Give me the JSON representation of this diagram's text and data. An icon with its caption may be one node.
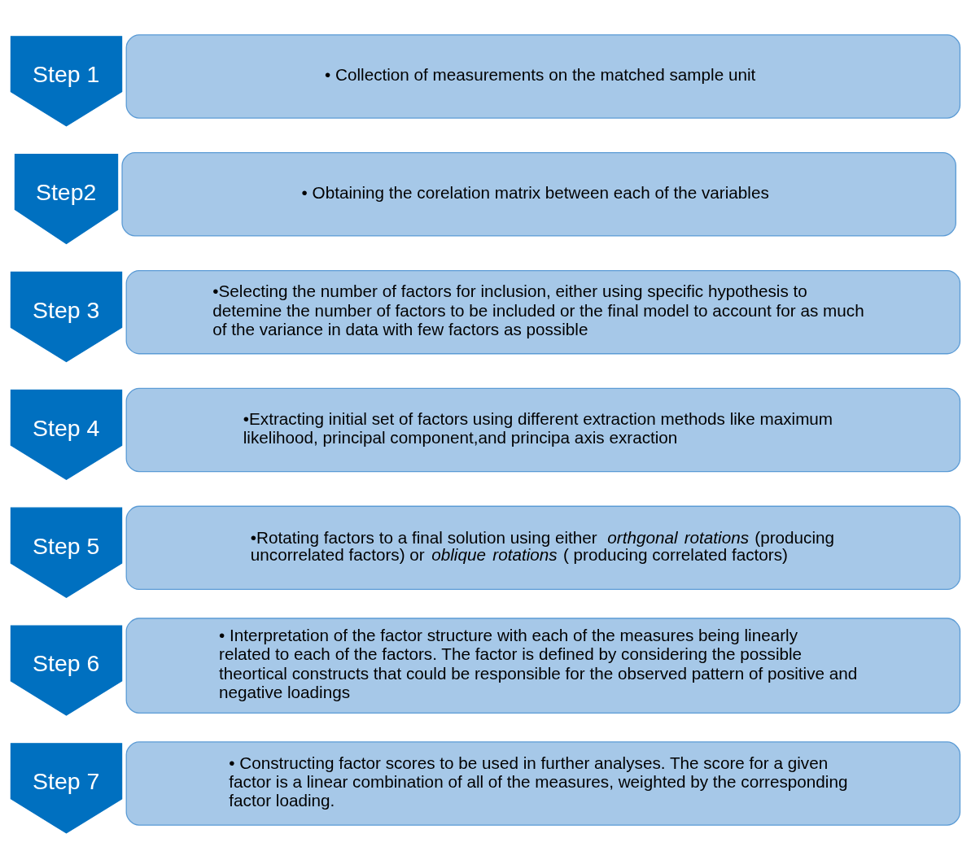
{
  "diagram": {
    "nodes": [
      {
        "text": [
          "Step 1"
        ]
      },
      {
        "text": [
          "• Collection of measurements on the matched sample unit"
        ]
      },
      {
        "text": [
          "Step2"
        ]
      },
      {
        "text": [
          "• Obtaining the corelation matrix between each of the variables"
        ]
      },
      {
        "text": [
          "Step 3"
        ]
      },
      {
        "text": [
          "•Selecting the number of factors for inclusion, either using specific hypothesis to detemine the number of factors to be included or the final model to account for as much of the variance in data with few factors as possible"
        ]
      },
      {
        "text": [
          "Step 4"
        ]
      },
      {
        "text": [
          "•Extracting initial set of factors using different extraction methods like maximum likelihood, principal component,and principa axis exraction"
        ]
      },
      {
        "text": [
          "Step 5"
        ]
      },
      {
        "text": [
          "•Rotating factors to a final solution using either *orthgonal rotations* (producing uncorrelated factors) or *oblique rotations* ( producing correlated factors)"
        ]
      },
      {
        "text": [
          "Step 6"
        ]
      },
      {
        "text": [
          "• Interpretation of the factor structure with each of the measures being linearly related to each of the factors. The factor is defined by considering the possible theortical constructs that could be responsible for the observed pattern of positive and negative loadings"
        ]
      },
      {
        "text": [
          "Step 7"
        ]
      },
      {
        "text": [
          "• Constructing factor scores to be used in further analyses. The score for a given factor is a linear combination of all of the measures, weighted by the corresponding factor loading."
        ]
      }
    ]
  }
}
